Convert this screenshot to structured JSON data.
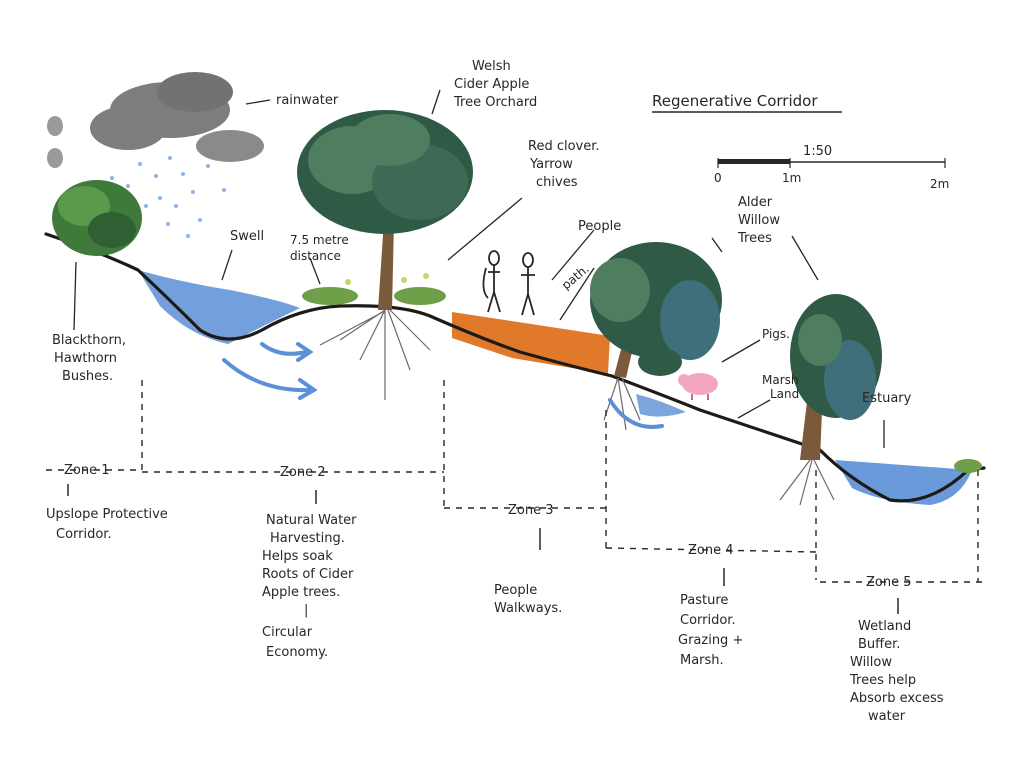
{
  "title": "Regenerative Corridor",
  "scale": {
    "label": "1:50",
    "ticks": [
      "0",
      "1m",
      "2m"
    ]
  },
  "labels": {
    "rainwater": "rainwater",
    "orchard": [
      "Welsh",
      "Cider Apple",
      "Tree Orchard"
    ],
    "herbs": [
      "Red clover.",
      "Yarrow",
      "chives"
    ],
    "swell": "Swell",
    "distance": [
      "7.5 metre",
      "distance"
    ],
    "people": "People",
    "path": "path.",
    "alder": [
      "Alder",
      "Willow",
      "Trees"
    ],
    "bushes": [
      "Blackthorn,",
      "Hawthorn",
      "Bushes."
    ],
    "pigs": "Pigs.",
    "marsh": [
      "Marsh",
      "Land"
    ],
    "estuary": "Estuary"
  },
  "zones": [
    {
      "name": "Zone 1",
      "desc": [
        "Upslope Protective",
        "Corridor."
      ]
    },
    {
      "name": "Zone 2",
      "desc": [
        "Natural Water",
        "Harvesting.",
        "Helps soak",
        "Roots of Cider",
        "Apple trees.",
        "|",
        "Circular",
        "Economy."
      ]
    },
    {
      "name": "Zone 3",
      "desc": [
        "People",
        "Walkways."
      ]
    },
    {
      "name": "Zone 4",
      "desc": [
        "Pasture",
        "Corridor.",
        "Grazing +",
        "Marsh."
      ]
    },
    {
      "name": "Zone 5",
      "desc": [
        "Wetland",
        "Buffer.",
        "Willow",
        "Trees help",
        "Absorb excess",
        "water"
      ]
    }
  ],
  "colors": {
    "ink": "#2a2622",
    "water": "#5b8fd6",
    "water_light": "#8db4ea",
    "tree": "#2f5a46",
    "tree_light": "#4f7d5f",
    "bush": "#3f7a3a",
    "path": "#e07a2a",
    "cloud": "#7d7d80",
    "pig": "#f2a6c2",
    "trunk": "#7a5a3a"
  }
}
